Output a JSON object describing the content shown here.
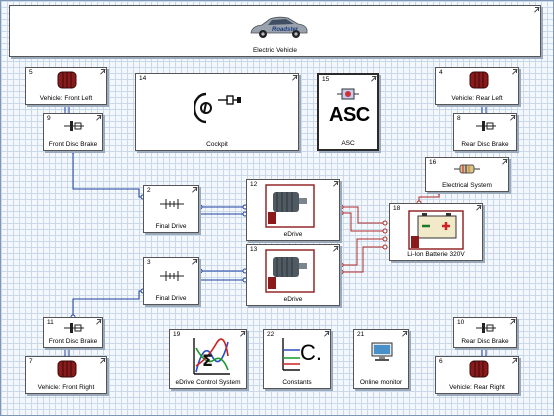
{
  "blocks": {
    "electric_vehicle": {
      "label": "Electric Vehicle",
      "logo_text": "Roadster"
    },
    "front_left": {
      "num": "5",
      "label": "Vehicle: Front Left"
    },
    "front_disc_brake_left": {
      "num": "9",
      "label": "Front Disc Brake"
    },
    "cockpit": {
      "num": "14",
      "label": "Cockpit"
    },
    "asc": {
      "num": "15",
      "label": "ASC",
      "icon_text": "ASC"
    },
    "rear_left": {
      "num": "4",
      "label": "Vehicle: Rear Left"
    },
    "rear_disc_brake_left": {
      "num": "8",
      "label": "Rear Disc Brake"
    },
    "electrical_system": {
      "num": "16",
      "label": "Electrical System"
    },
    "final_drive_top": {
      "num": "2",
      "label": "Final Drive"
    },
    "edrive_top": {
      "num": "12",
      "label": "eDrive"
    },
    "battery": {
      "num": "18",
      "label": "Li-Ion Batterie 320V"
    },
    "final_drive_bottom": {
      "num": "3",
      "label": "Final Drive"
    },
    "edrive_bottom": {
      "num": "13",
      "label": "eDrive"
    },
    "front_disc_brake_right": {
      "num": "11",
      "label": "Front Disc Brake"
    },
    "front_right": {
      "num": "7",
      "label": "Vehicle: Front Right"
    },
    "edrive_control": {
      "num": "19",
      "label": "eDrive Control System"
    },
    "constants": {
      "num": "22",
      "label": "Constants",
      "icon_text": "C."
    },
    "online_monitor": {
      "num": "21",
      "label": "Online monitor"
    },
    "rear_disc_brake_right": {
      "num": "10",
      "label": "Rear Disc Brake"
    },
    "rear_right": {
      "num": "6",
      "label": "Vehicle: Rear Right"
    }
  },
  "colors": {
    "canvas_background": "#f4f8fc",
    "grid_line": "#c9d9ea",
    "mechanical_wire": "#1f3fa0",
    "electrical_wire": "#b02a2a",
    "tire": "#8b1a1a",
    "motor": "#4f5a63"
  }
}
